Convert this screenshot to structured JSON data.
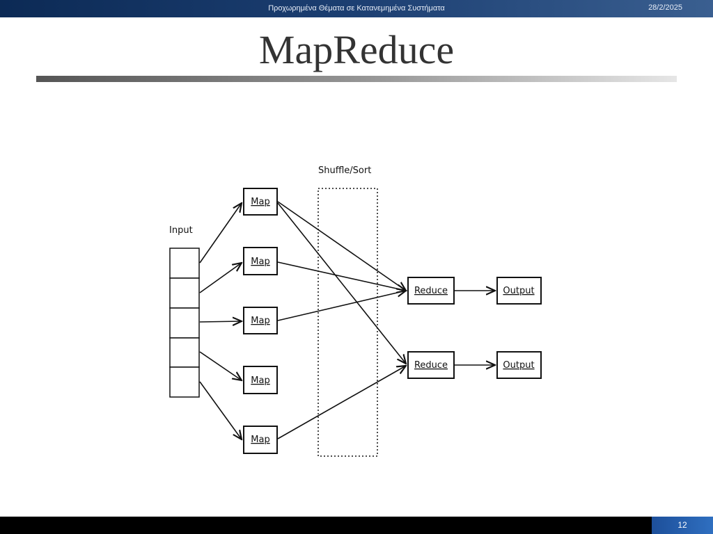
{
  "header": {
    "course_title": "Προχωρημένα Θέματα σε Κατανεμημένα Συστήματα",
    "date": "28/2/2025"
  },
  "slide": {
    "title": "MapReduce",
    "page_number": "12"
  },
  "diagram": {
    "input_label": "Input",
    "shuffle_label": "Shuffle/Sort",
    "map_label": "Map",
    "reduce_label": "Reduce",
    "output_label": "Output",
    "input_cells": 5,
    "maps": 5,
    "reducers": 2
  }
}
